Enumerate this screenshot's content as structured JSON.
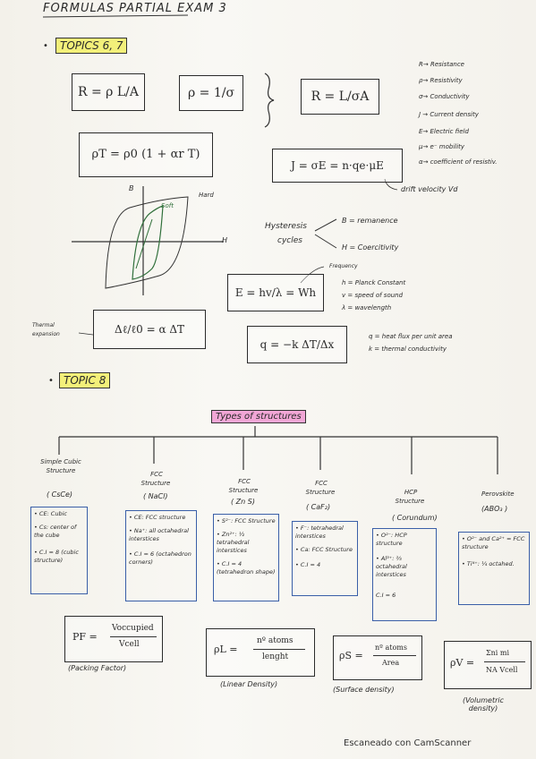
{
  "title": "FORMULAS PARTIAL EXAM 3",
  "topic_a": "TOPICS 6, 7",
  "topic_b": "TOPIC 8",
  "eq": {
    "resistance": "R = ρ L/A",
    "resistivity": "ρ = 1/σ",
    "resist2": "R = L/σA",
    "temp": "ρT = ρ0 (1 + αr T)",
    "current": "J = σE = n·qe·μE",
    "energy": "E = hv/λ = Wh",
    "thermal_exp": "Δℓ/ℓ0 = α ΔT",
    "heat": "q = −k ΔT/Δx"
  },
  "legend": [
    "R→ Resistance",
    "ρ→ Resistivity",
    "σ→ Conductivity",
    "J → Current density",
    "E→ Electric field",
    "μ→ e⁻ mobility",
    "α→ coefficient of resistiv."
  ],
  "drift": "drift velocity Vd",
  "graph": {
    "ylabel": "B",
    "xlabel": "H",
    "soft": "Soft",
    "hard": "Hard"
  },
  "hysteresis": {
    "label1": "Hysteresis",
    "label2": "cycles",
    "b": "B = remanence",
    "h": "H = Coercitivity"
  },
  "frequency": "Frequency",
  "energy_legend": [
    "h = Planck Constant",
    "v = speed of sound",
    "λ = wavelength"
  ],
  "thermal_label": [
    "Thermal",
    "expansion"
  ],
  "heat_legend": [
    "q = heat flux per unit area",
    "k = thermal conductivity"
  ],
  "types_title": "Types of structures",
  "structures": [
    {
      "name": [
        "Simple Cubic",
        "Structure"
      ],
      "formula": "( CsCe)",
      "box": [
        "• CE: Cubic",
        "• Cs: center of the cube",
        "• C.I = 8 (cubic structure)"
      ]
    },
    {
      "name": [
        "FCC",
        "Structure"
      ],
      "formula": "( NaCl)",
      "box": [
        "• CE: FCC structure",
        "• Na⁺: all octahedral interstices",
        "• C.I = 6 (octahedron corners)"
      ]
    },
    {
      "name": [
        "FCC",
        "Structure"
      ],
      "formula": "( Zn S)",
      "box": [
        "• S²⁻: FCC Structure",
        "• Zn²⁺: ½ tetrahedral interstices",
        "• C.I = 4 (tetrahedron shape)"
      ]
    },
    {
      "name": [
        "FCC",
        "Structure"
      ],
      "formula": "( CaF₂)",
      "box": [
        "• F⁻: tetrahedral interstices",
        "• Ca: FCC Structure",
        "• C.I = 4"
      ]
    },
    {
      "name": [
        "HCP",
        "Structure"
      ],
      "formula": "( Corundum)",
      "box": [
        "• O²⁻: HCP structure",
        "• Al³⁺: ⅔ octahedral interstices",
        "C.I = 6"
      ]
    },
    {
      "name": [
        "Perovskite"
      ],
      "formula": "(ABO₃ )",
      "box": [
        "• O²⁻ and Ca²⁺ = FCC structure",
        "• Ti⁴⁺: ¼ octahed."
      ]
    }
  ],
  "formulas": [
    {
      "eq_l": "PF =",
      "num": "Voccupied",
      "den": "Vcell",
      "caption": "(Packing Factor)"
    },
    {
      "eq_l": "ρL =",
      "num": "nº atoms",
      "den": "lenght",
      "caption": "(Linear Density)"
    },
    {
      "eq_l": "ρS =",
      "num": "nº atoms",
      "den": "Area",
      "caption": "(Surface density)"
    },
    {
      "eq_l": "ρV =",
      "num": "Σni mi",
      "den": "NA Vcell",
      "caption": "(Volumetric density)"
    }
  ],
  "footer": "Escaneado con CamScanner"
}
